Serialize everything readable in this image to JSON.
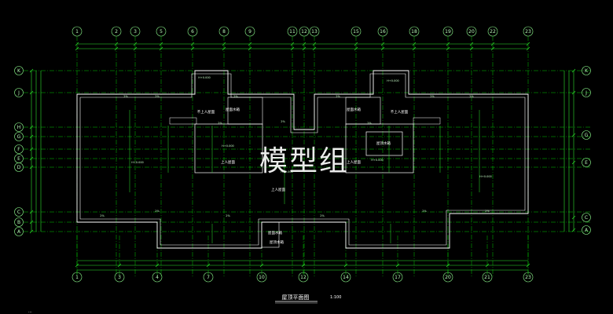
{
  "drawing": {
    "title": "屋顶平面图",
    "scale": "1:100",
    "watermark": "模型组",
    "corner_mark": "...",
    "colors": {
      "background": "#000000",
      "grid_line": "#00c800",
      "axis_circle": "#8dfa8d",
      "wall": "#ffffff",
      "dimension": "#2de52d",
      "annotation": "#ffffff"
    }
  },
  "axes": {
    "top": [
      "1",
      "2",
      "3",
      "5",
      "6",
      "8",
      "9",
      "11",
      "12",
      "13",
      "15",
      "16",
      "18",
      "19",
      "20",
      "22",
      "23"
    ],
    "bottom": [
      "1",
      "3",
      "4",
      "7",
      "10",
      "12",
      "14",
      "17",
      "20",
      "21",
      "23"
    ],
    "left": [
      "K",
      "J",
      "H",
      "G",
      "F",
      "E",
      "D",
      "C",
      "B",
      "A"
    ],
    "right": [
      "K",
      "J",
      "G",
      "E",
      "C",
      "A"
    ]
  },
  "rooms": [
    {
      "name": "上人屋面"
    },
    {
      "name": "不上人屋面"
    },
    {
      "name": "不上人屋面"
    },
    {
      "name": "上人屋面"
    },
    {
      "name": "上人屋面"
    },
    {
      "name": "屋面水箱"
    },
    {
      "name": "屋面水箱"
    },
    {
      "name": "屋面水箱"
    },
    {
      "name": "屋顶水箱"
    },
    {
      "name": "屋顶水箱"
    }
  ],
  "notes": {
    "slope": "2%",
    "elevation": "H+0.000"
  }
}
